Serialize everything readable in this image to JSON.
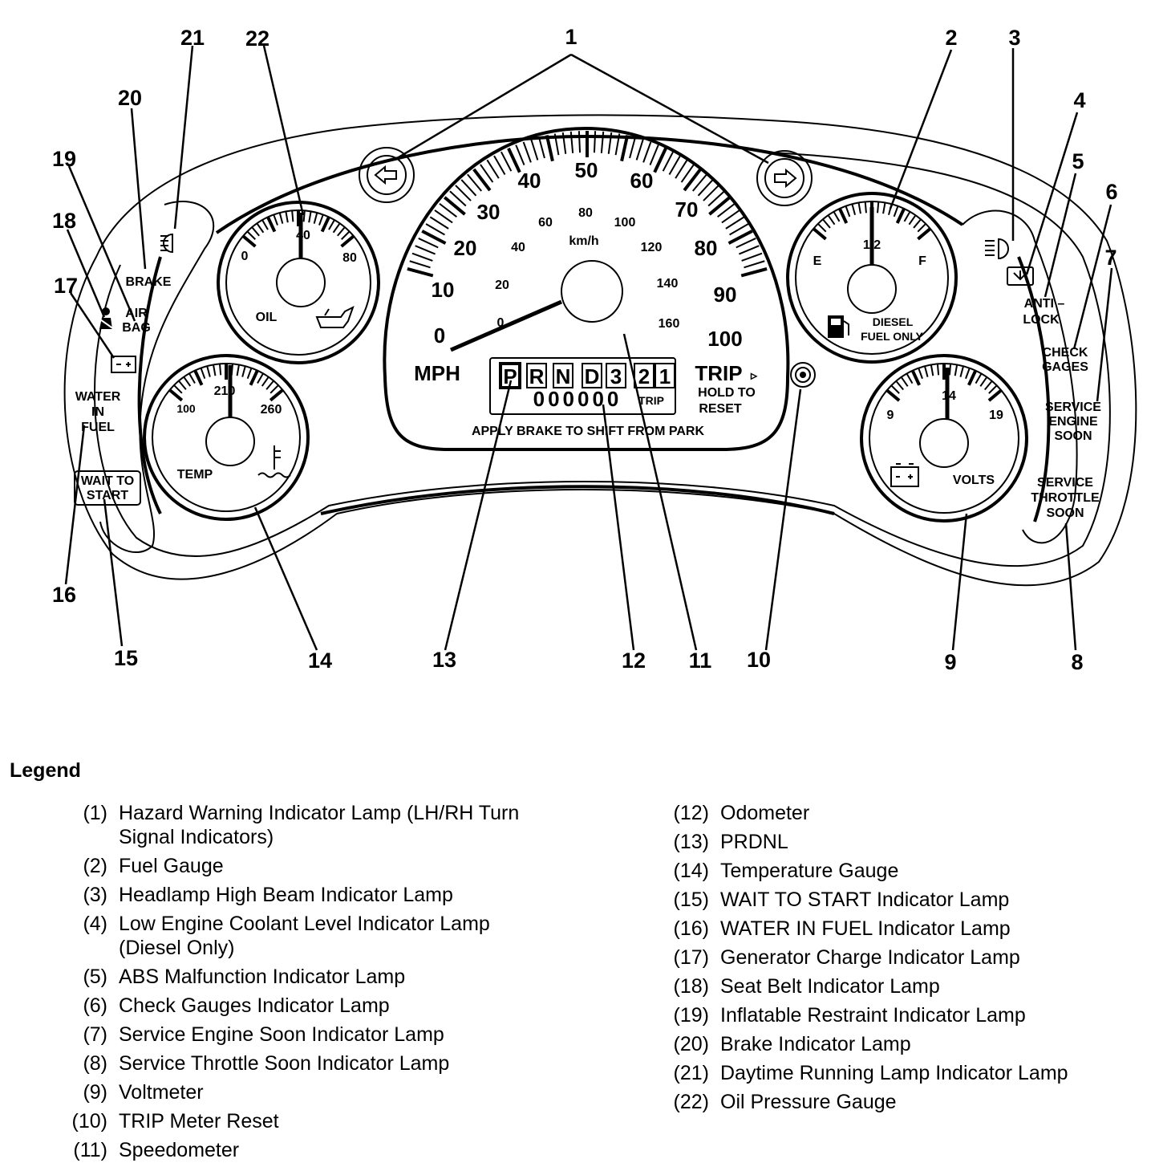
{
  "callouts": {
    "c1": "1",
    "c2": "2",
    "c3": "3",
    "c4": "4",
    "c5": "5",
    "c6": "6",
    "c7": "7",
    "c8": "8",
    "c9": "9",
    "c10": "10",
    "c11": "11",
    "c12": "12",
    "c13": "13",
    "c14": "14",
    "c15": "15",
    "c16": "16",
    "c17": "17",
    "c18": "18",
    "c19": "19",
    "c20": "20",
    "c21": "21",
    "c22": "22"
  },
  "speedometer": {
    "mph_marks": [
      "0",
      "10",
      "20",
      "30",
      "40",
      "50",
      "60",
      "70",
      "80",
      "90",
      "100"
    ],
    "kmh_marks": [
      "0",
      "20",
      "40",
      "60",
      "80",
      "100",
      "120",
      "140",
      "160"
    ],
    "unit_mph": "MPH",
    "unit_kmh": "km/h"
  },
  "prndl": [
    "P",
    "R",
    "N",
    "D",
    "3",
    "2",
    "1"
  ],
  "odometer": {
    "value": "000000",
    "trip_label": "TRIP"
  },
  "trip_reset": {
    "title": "TRIP",
    "line1": "HOLD TO",
    "line2": "RESET"
  },
  "shift_notice": "APPLY BRAKE TO SHIFT FROM PARK",
  "oil_gauge": {
    "min": "0",
    "mid": "40",
    "max": "80",
    "label": "OIL"
  },
  "temp_gauge": {
    "min": "100",
    "mid": "210",
    "max": "260",
    "label": "TEMP"
  },
  "fuel_gauge": {
    "empty": "E",
    "half": "1/2",
    "full": "F",
    "line1": "DIESEL",
    "line2": "FUEL ONLY"
  },
  "volt_gauge": {
    "min": "9",
    "mid": "14",
    "max": "19",
    "label": "VOLTS"
  },
  "left_lamps": {
    "brake": "BRAKE",
    "airbag1": "AIR",
    "airbag2": "BAG",
    "water1": "WATER",
    "water2": "IN",
    "water3": "FUEL",
    "wait1": "WAIT TO",
    "wait2": "START"
  },
  "right_lamps": {
    "anti1": "ANTI –",
    "anti2": "LOCK",
    "check1": "CHECK",
    "check2": "GAGES",
    "ses1": "SERVICE",
    "ses2": "ENGINE",
    "ses3": "SOON",
    "sts1": "SERVICE",
    "sts2": "THROTTLE",
    "sts3": "SOON"
  },
  "legend": {
    "title": "Legend",
    "left": [
      {
        "num": "(1)",
        "text": "Hazard Warning Indicator Lamp (LH/RH Turn Signal Indicators)"
      },
      {
        "num": "(2)",
        "text": "Fuel Gauge"
      },
      {
        "num": "(3)",
        "text": "Headlamp High Beam Indicator Lamp"
      },
      {
        "num": "(4)",
        "text": "Low Engine Coolant Level Indicator Lamp (Diesel Only)"
      },
      {
        "num": "(5)",
        "text": "ABS Malfunction Indicator Lamp"
      },
      {
        "num": "(6)",
        "text": "Check Gauges Indicator Lamp"
      },
      {
        "num": "(7)",
        "text": "Service Engine Soon Indicator Lamp"
      },
      {
        "num": "(8)",
        "text": "Service Throttle Soon Indicator Lamp"
      },
      {
        "num": "(9)",
        "text": "Voltmeter"
      },
      {
        "num": "(10)",
        "text": "TRIP Meter Reset"
      },
      {
        "num": "(11)",
        "text": "Speedometer"
      }
    ],
    "right": [
      {
        "num": "(12)",
        "text": "Odometer"
      },
      {
        "num": "(13)",
        "text": "PRDNL"
      },
      {
        "num": "(14)",
        "text": "Temperature Gauge"
      },
      {
        "num": "(15)",
        "text": "WAIT TO START Indicator Lamp"
      },
      {
        "num": "(16)",
        "text": "WATER IN FUEL Indicator Lamp"
      },
      {
        "num": "(17)",
        "text": "Generator Charge Indicator Lamp"
      },
      {
        "num": "(18)",
        "text": "Seat Belt Indicator Lamp"
      },
      {
        "num": "(19)",
        "text": "Inflatable Restraint Indicator Lamp"
      },
      {
        "num": "(20)",
        "text": "Brake Indicator Lamp"
      },
      {
        "num": "(21)",
        "text": "Daytime Running Lamp Indicator Lamp"
      },
      {
        "num": "(22)",
        "text": "Oil Pressure Gauge"
      }
    ]
  }
}
